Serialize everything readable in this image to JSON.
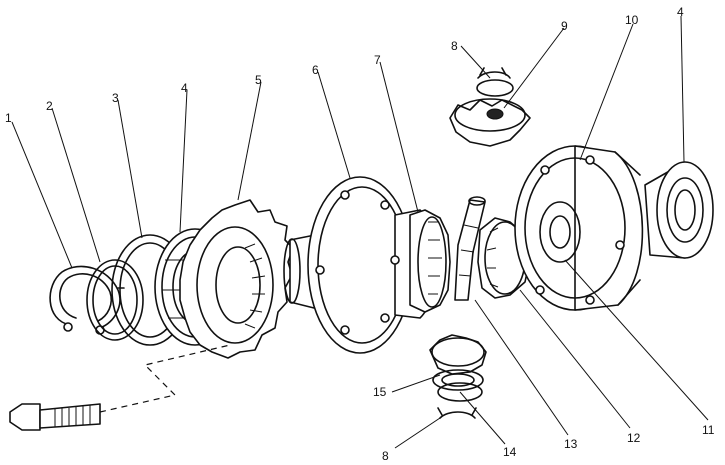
{
  "callouts": {
    "c1": "1",
    "c2": "2",
    "c3": "3",
    "c4a": "4",
    "c5": "5",
    "c6": "6",
    "c7": "7",
    "c8a": "8",
    "c9": "9",
    "c10": "10",
    "c4b": "4",
    "c15": "15",
    "c8b": "8",
    "c14": "14",
    "c13": "13",
    "c12": "12",
    "c11": "11"
  }
}
